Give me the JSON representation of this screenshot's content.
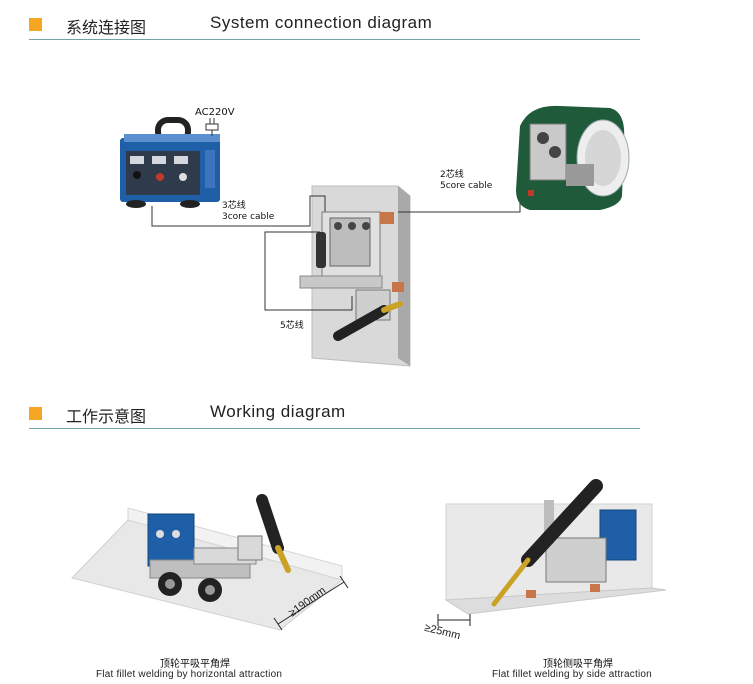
{
  "sections": {
    "connection": {
      "title_zh": "系统连接图",
      "title_en": "System connection diagram"
    },
    "working": {
      "title_zh": "工作示意图",
      "title_en": "Working diagram"
    }
  },
  "connection_labels": {
    "power": "AC220V",
    "cable_a_zh": "3芯线",
    "cable_a_en": "3core cable",
    "cable_b_zh": "2芯线",
    "cable_b_en": "5core cable",
    "cable_c_zh": "5芯线"
  },
  "working_labels": {
    "left_dimension": "≥190mm",
    "left_caption_zh": "顶轮平吸平角焊",
    "left_caption_en": "Flat fillet welding by horizontal attraction",
    "right_dimension": "≥25mm",
    "right_caption_zh": "顶轮侧吸平角焊",
    "right_caption_en": "Flat fillet welding by side attraction"
  },
  "colors": {
    "accent_square": "#f5a623",
    "divider": "#6fa6a3",
    "control_box_blue": "#1e5fa8",
    "feeder_green": "#1f5a3a",
    "wall_gray": "#e6e6e6"
  }
}
